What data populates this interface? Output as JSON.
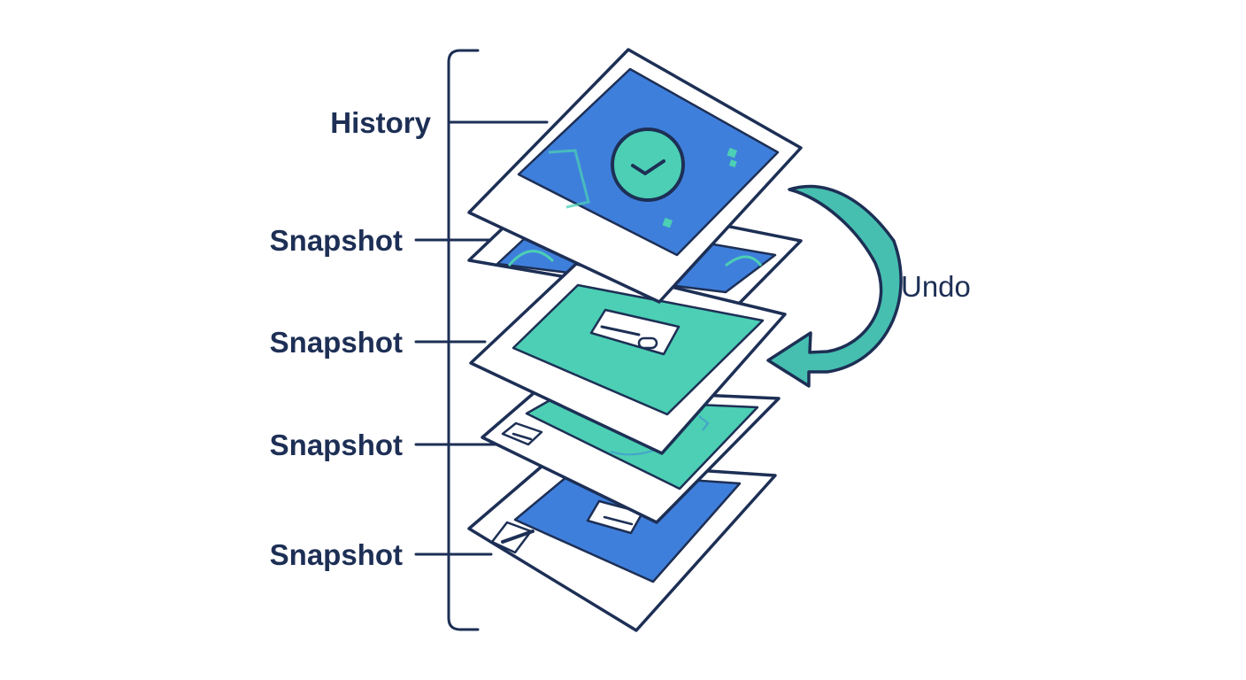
{
  "labels": {
    "history": "History",
    "snapshots": [
      "Snapshot",
      "Snapshot",
      "Snapshot",
      "Snapshot"
    ],
    "undo": "Undo"
  },
  "colors": {
    "ink": "#1d2f55",
    "blue": "#3f7fdc",
    "teal": "#4ccfb4",
    "arrow": "#46bfb0",
    "frame": "#ffffff"
  },
  "icons": {
    "top_card": "check-circle-icon",
    "middle_card": "credit-card-icon",
    "lower_card": "card-small-icon",
    "bottom_card": "pencil-note-icon",
    "undo": "curved-arrow-icon"
  }
}
